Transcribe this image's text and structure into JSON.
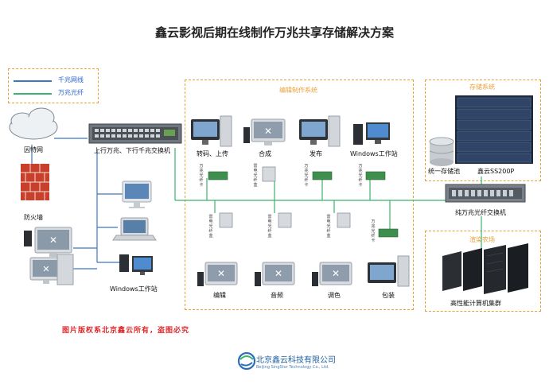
{
  "title": "鑫云影视后期在线制作万兆共享存储解决方案",
  "legend": {
    "gigabit": "千兆网线",
    "ten_gigabit": "万兆光纤"
  },
  "colors": {
    "gigabit_line": "#3a78c2",
    "fiber_line": "#3cb46c",
    "dash_border": "#e8a13a",
    "box_title": "#e8a13a",
    "copyright": "#e0282a",
    "brand": "#1d5fa0"
  },
  "left": {
    "internet": "因特网",
    "firewall": "防火墙",
    "switch": "上行万兆、下行千兆交换机",
    "workstation": "Windows工作站"
  },
  "editing_box": {
    "title": "编辑制作系统",
    "top_stations": [
      "转码、上传",
      "合成",
      "发布",
      "Windows工作站"
    ],
    "bottom_stations": [
      "编辑",
      "音频",
      "调色",
      "包装"
    ],
    "fiber_card": "万兆光纤卡",
    "converter": "雷电光纤盒"
  },
  "storage_box": {
    "title": "存储系统",
    "storage_pool": "统一存储池",
    "storage_model": "鑫云SS200P",
    "fiber_switch": "纯万兆光纤交换机"
  },
  "render_box": {
    "title": "渲染农场",
    "cluster": "高性能计算机集群"
  },
  "footer": {
    "copyright": "图片版权系北京鑫云所有，盗图必究",
    "company": "北京鑫云科技有限公司",
    "company_en": "Beijing SingStor Technology Co., Ltd."
  }
}
